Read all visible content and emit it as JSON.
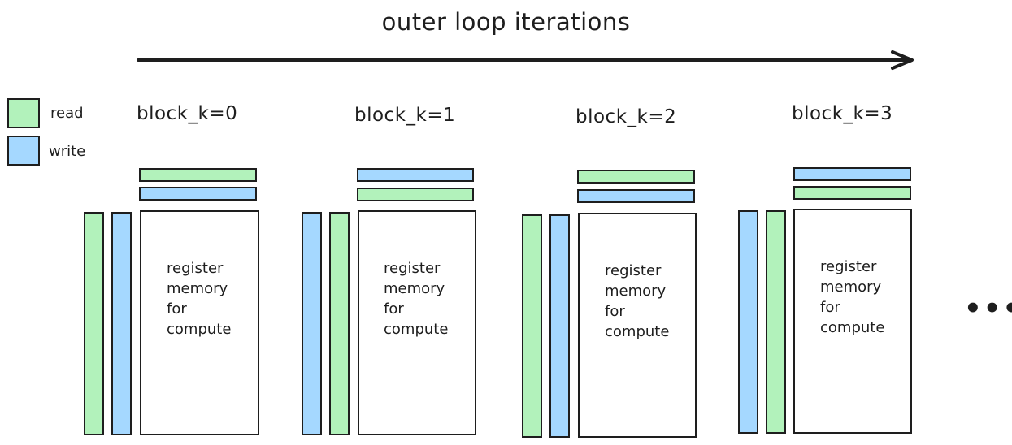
{
  "title": "outer loop iterations",
  "legend": [
    {
      "label": "read",
      "color": "#b2f2bb"
    },
    {
      "label": "write",
      "color": "#a5d8ff"
    }
  ],
  "blocks": [
    {
      "label": "block_k=0",
      "top_bars": [
        "read",
        "write"
      ],
      "side_bars": [
        "read",
        "write"
      ],
      "text": [
        "register",
        "memory",
        "for",
        "compute"
      ]
    },
    {
      "label": "block_k=1",
      "top_bars": [
        "write",
        "read"
      ],
      "side_bars": [
        "write",
        "read"
      ],
      "text": [
        "register",
        "memory",
        "for",
        "compute"
      ]
    },
    {
      "label": "block_k=2",
      "top_bars": [
        "read",
        "write"
      ],
      "side_bars": [
        "read",
        "write"
      ],
      "text": [
        "register",
        "memory",
        "for",
        "compute"
      ]
    },
    {
      "label": "block_k=3",
      "top_bars": [
        "write",
        "read"
      ],
      "side_bars": [
        "write",
        "read"
      ],
      "text": [
        "register",
        "memory",
        "for",
        "compute"
      ]
    }
  ],
  "ellipsis": "•••"
}
